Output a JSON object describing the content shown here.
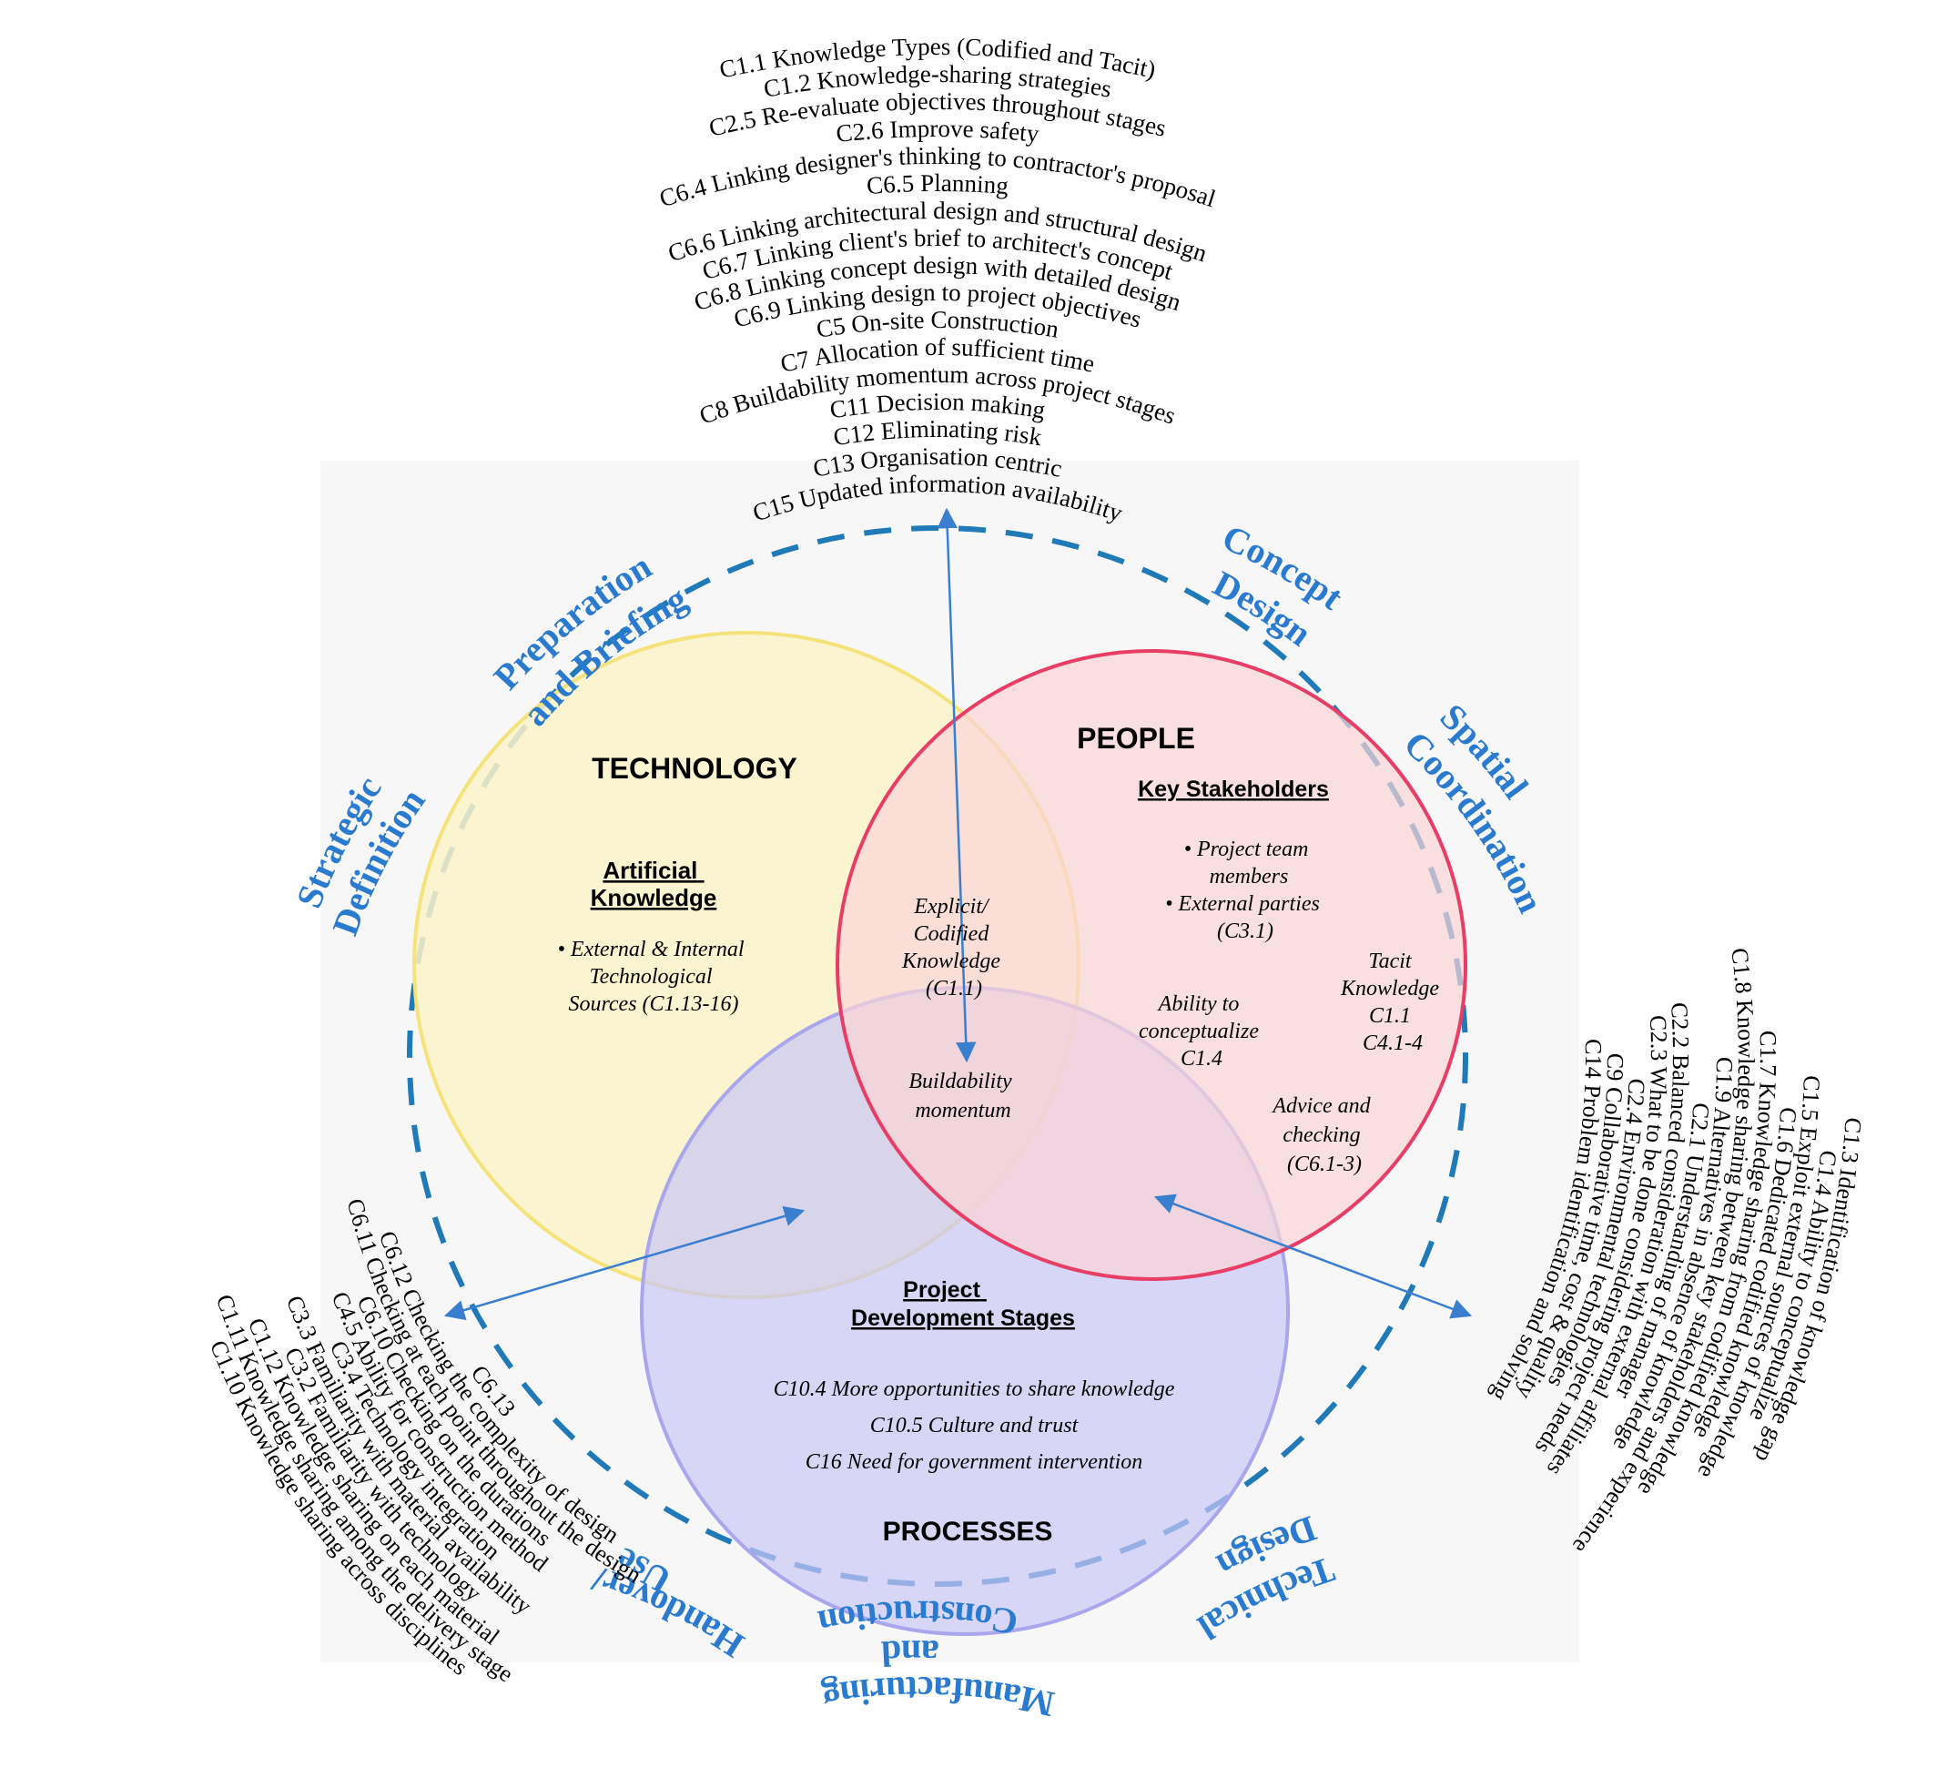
{
  "top_labels": [
    "C1.1 Knowledge Types (Codified and Tacit)",
    "C1.2 Knowledge-sharing strategies",
    "C2.5 Re-evaluate objectives throughout stages",
    "C2.6 Improve safety",
    "C6.4 Linking designer's thinking to contractor's proposal",
    "C6.5 Planning",
    "C6.6 Linking architectural design and structural design",
    "C6.7 Linking client's brief to architect's concept",
    "C6.8 Linking concept design with detailed design",
    "C6.9 Linking design to project objectives",
    "C5 On-site Construction",
    "C7 Allocation of sufficient time",
    "C8 Buildability momentum across project stages",
    "C11 Decision making",
    "C12 Eliminating risk",
    "C13 Organisation centric",
    "C15 Updated information availability"
  ],
  "left_labels": [
    "C1.10 Knowledge sharing across disciplines",
    "C1.11 Knowledge sharing among the delivery stage",
    "C1.12 Knowledge sharing on each material",
    "C3.2 Familiarity with technology",
    "C3.3 Familiarity with material availability",
    "C3.4 Technology integration",
    "C4.5 Ability for construction method",
    "C6.10 Checking on the durations",
    "C6.11 Checking at each point throughout the design",
    "C6.12 Checking the complexity of design",
    "C6.13"
  ],
  "right_labels": [
    "C1.3 Identification of knowledge gap",
    "C1.4 Ability to conceptualize",
    "C1.5 Exploit external sources of knowledge",
    "C1.6 Dedicated codified knowledge",
    "C1.7 Knowledge sharing from codified knowledge",
    "C1.8 Knowledge sharing between key stakeholders and experience",
    "C1.9 Alternatives in absence of knowledge",
    "C2.1 Understanding of manager",
    "C2.2 Balanced consideration with external affiliates",
    "C2.3 What to be done considering project needs",
    "C2.4 Environmental technologies",
    "C9 Collaborative time, cost & quality",
    "C14 Problem identification and solving"
  ],
  "stages": {
    "preparation": "Preparation and Briefing",
    "concept": "Concept Design",
    "spatial": "Spatial Coordination",
    "technical": "Technical Design",
    "manufacturing": "Manufacturing and Construction",
    "handover": "Handover/ Use",
    "strategic": "Strategic Definition"
  },
  "technology": {
    "title": "TECHNOLOGY",
    "subtitle": "Artificial Knowledge",
    "item_line1": "• External & Internal",
    "item_line2": "Technological",
    "item_line3": "Sources (C1.13-16)"
  },
  "people": {
    "title": "PEOPLE",
    "subtitle": "Key Stakeholders",
    "members_line1": "• Project team",
    "members_line2": "members",
    "external_line1": "• External parties",
    "external_line2": "(C3.1)",
    "tacit_line1": "Tacit",
    "tacit_line2": "Knowledge",
    "tacit_line3": "C1.1",
    "tacit_line4": "C4.1-4",
    "concept_line1": "Ability to",
    "concept_line2": "conceptualize",
    "concept_line3": "C1.4",
    "advice_line1": "Advice and",
    "advice_line2": "checking",
    "advice_line3": "(C6.1-3)"
  },
  "processes": {
    "title": "PROCESSES",
    "subtitle_line1": "Project",
    "subtitle_line2": "Development Stages",
    "item1": "C10.4 More opportunities to share knowledge",
    "item2": "C10.5 Culture and trust",
    "item3": "C16  Need for government intervention"
  },
  "overlap_tp": {
    "line1": "Explicit/",
    "line2": "Codified",
    "line3": "Knowledge",
    "line4": "(C1.1)"
  },
  "center": {
    "line1": "Buildability",
    "line2": "momentum"
  },
  "colors": {
    "technology_fill": "#fbf3c9",
    "technology_stroke": "#f5e27a",
    "people_fill": "#fbd4d7",
    "people_stroke": "#e83e66",
    "processes_fill": "#c9c8f6",
    "processes_stroke": "#a9a6ee",
    "stage_text": "#2a7bd0",
    "dashed_circle": "#1f7ab7",
    "arrow": "#3a7ed0",
    "panel": "#f7f7f7"
  }
}
